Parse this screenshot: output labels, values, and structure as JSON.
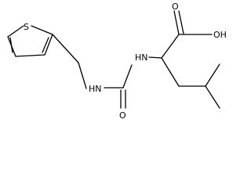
{
  "molecule": {
    "atoms": {
      "sulfur": "S",
      "amine_left": "HN",
      "amine_right": "HN",
      "carbonyl_oxygen_bottom": "O",
      "carbonyl_oxygen_top": "O",
      "hydroxyl": "OH"
    },
    "colors": {
      "bond": "#000000",
      "label": "#000000",
      "background": "#ffffff"
    }
  }
}
